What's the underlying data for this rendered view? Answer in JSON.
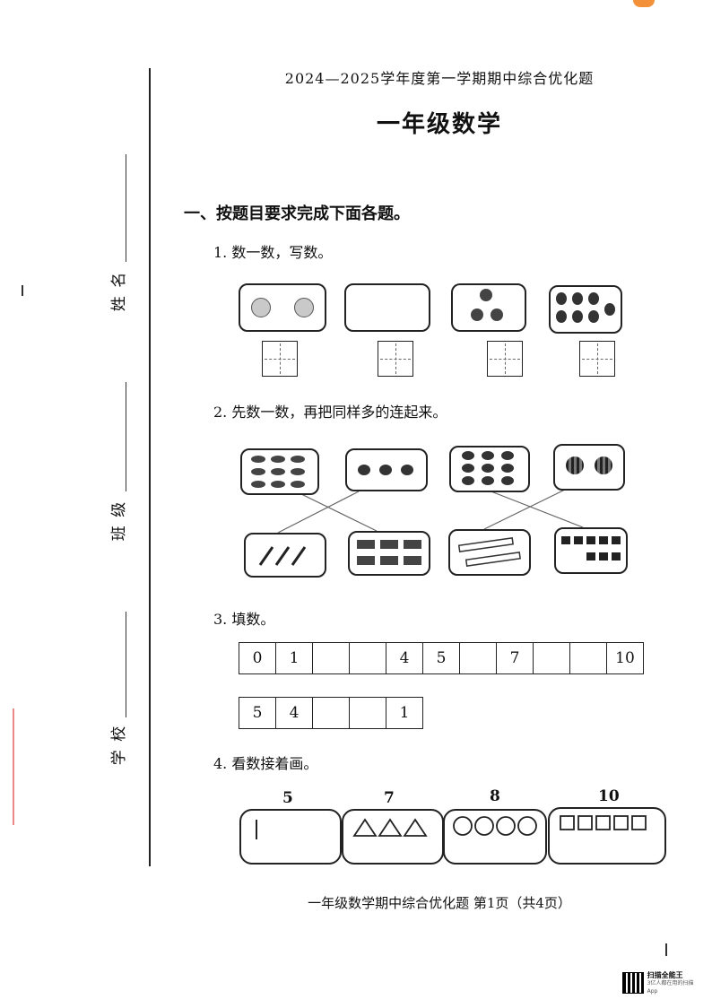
{
  "header": {
    "title": "2024—2025学年度第一学期期中综合优化题",
    "subject": "一年级数学"
  },
  "side_labels": {
    "name": "姓 名",
    "class": "班 级",
    "school": "学 校"
  },
  "section": {
    "title": "一、按题目要求完成下面各题。"
  },
  "questions": {
    "q1": {
      "title": "1. 数一数，写数。"
    },
    "q2": {
      "title": "2. 先数一数，再把同样多的连起来。"
    },
    "q3": {
      "title": "3. 填数。",
      "row1": [
        "0",
        "1",
        "",
        "",
        "4",
        "5",
        "",
        "7",
        "",
        "",
        "10"
      ],
      "row2": [
        "5",
        "4",
        "",
        "",
        "1"
      ]
    },
    "q4": {
      "title": "4. 看数接着画。",
      "numbers": [
        "5",
        "7",
        "8",
        "10"
      ]
    }
  },
  "footer": {
    "text": "一年级数学期中综合优化题  第1页（共4页）"
  },
  "badge": {
    "line1": "扫描全能王",
    "line2": "3亿人都在用的扫描App"
  },
  "colors": {
    "ink": "#111111",
    "fruit_dark": "#333333",
    "apple": "#bdbdbd"
  }
}
